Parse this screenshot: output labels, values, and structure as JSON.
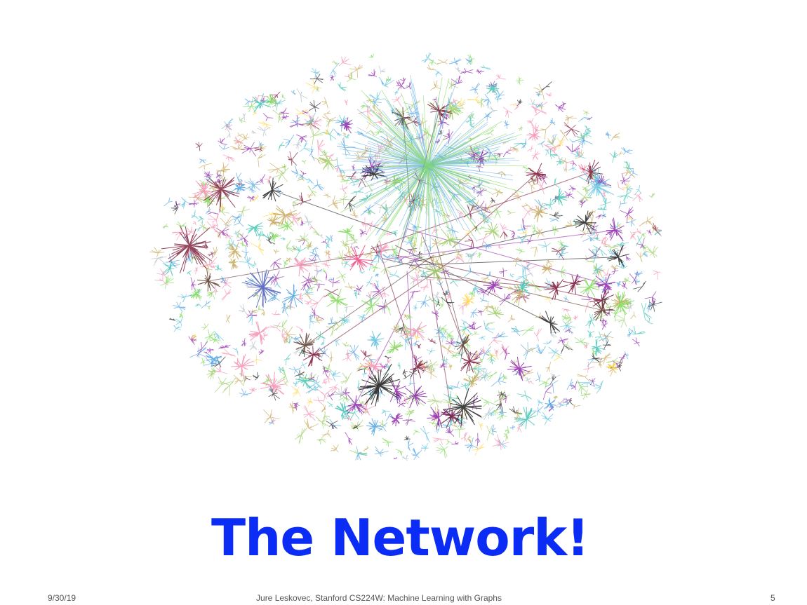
{
  "slide": {
    "title": "The Network!",
    "title_color": "#0b2cf5",
    "footer": {
      "date": "9/30/19",
      "course": "Jure Leskovec, Stanford CS224W: Machine Learning with Graphs",
      "page": "5"
    }
  },
  "figure": {
    "kind": "network-visualization",
    "palette": [
      "#7ed957",
      "#5bc0de",
      "#40c4b4",
      "#9ccc65",
      "#4fa3e0",
      "#f48fb1",
      "#c7a85a",
      "#8e24aa",
      "#7b1636",
      "#222222",
      "#b0bec5",
      "#ffd54f",
      "#e57373",
      "#26a69a",
      "#aed581"
    ]
  }
}
